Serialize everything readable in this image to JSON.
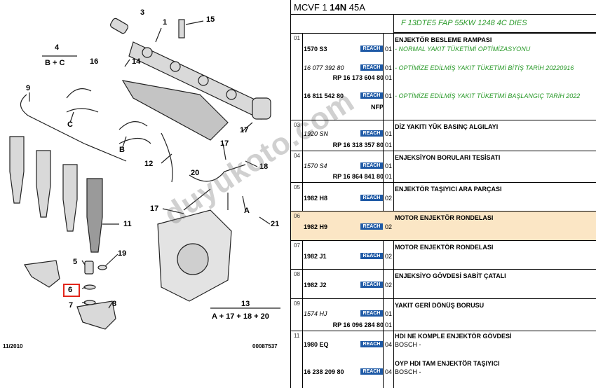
{
  "diagram": {
    "callouts": [
      "3",
      "15",
      "1",
      "4",
      "B + C",
      "16",
      "14",
      "9",
      "C",
      "B",
      "12",
      "17",
      "18",
      "20",
      "17",
      "17",
      "A",
      "21",
      "11",
      "19",
      "6",
      "7",
      "5",
      "8",
      "13",
      "A + 17 + 18 + 20"
    ],
    "footer_left": "11/2010",
    "footer_right": "00087537",
    "watermark": "duyukoto.com",
    "selected_callout": "6"
  },
  "table": {
    "header_prefix": "MCVF 1 ",
    "header_bold": "14N",
    "header_suffix": " 45A",
    "subheader": "F 13DTE5 FAP 55KW 1248 4C DIES",
    "reach_label": "REACH",
    "groups": [
      {
        "num": "01",
        "desc": "ENJEKTÖR BESLEME RAMPASI",
        "rows": [
          {
            "pn": "1570 S3",
            "qty": "01",
            "sub": "- NORMAL YAKIT TÜKETİMİ OPTİMİZASYONU"
          },
          {
            "pn": "16 077 392 80",
            "pn2": "RP 16 173 604 80",
            "qty": "01",
            "qty2": "01",
            "sub": "- OPTİMİZE EDİLMİŞ YAKIT TÜKETİMİ BİTİŞ TARİH 20220916"
          },
          {
            "pn": "16 811 542 80",
            "pn2": "NFP",
            "qty": "01",
            "sub": "- OPTİMİZE EDİLMİŞ YAKIT TÜKETİMİ BAŞLANGIÇ TARİH 2022"
          }
        ]
      },
      {
        "num": "03",
        "desc": "DİZ YAKITI YÜK BASINÇ ALGILAYI",
        "pn": "1920 SN",
        "pn2": "RP 16 318 357 80",
        "qty": "01",
        "qty2": "01"
      },
      {
        "num": "04",
        "desc": "ENJEKSİYON BORULARI TESİSATI",
        "pn": "1570 S4",
        "pn2": "RP 16 864 841 80",
        "qty": "01",
        "qty2": "01"
      },
      {
        "num": "05",
        "desc": "ENJEKTÖR TAŞIYICI ARA PARÇASI",
        "pn": "1982 H8",
        "qty": "02"
      },
      {
        "num": "06",
        "desc": "MOTOR ENJEKTÖR RONDELASI",
        "pn": "1982 H9",
        "qty": "02"
      },
      {
        "num": "07",
        "desc": "MOTOR ENJEKTÖR RONDELASI",
        "pn": "1982 J1",
        "qty": "02"
      },
      {
        "num": "08",
        "desc": "ENJEKSİYO GÖVDESİ SABİT ÇATALI",
        "pn": "1982 J2",
        "qty": "02"
      },
      {
        "num": "09",
        "desc": "YAKIT GERİ DÖNÜŞ BORUSU",
        "pn": "1574 HJ",
        "pn2": "RP 16 096 284 80",
        "qty": "01",
        "qty2": "01"
      },
      {
        "num": "11",
        "desc": "HDI NE KOMPLE ENJEKTÖR GÖVDESİ",
        "pn": "1980 EQ",
        "qty": "04",
        "sub": "BOSCH -"
      },
      {
        "num": "",
        "desc": "OYP HDI TAM ENJEKTÖR TAŞIYICI",
        "pn": "16 238 209 80",
        "qty": "04",
        "sub": "BOSCH -"
      }
    ]
  },
  "colors": {
    "highlight_row": "#fbe6c5",
    "reach_badge": "#1f5aa6",
    "green_text": "#2a9a2a",
    "selected_box": "#e2261b"
  }
}
